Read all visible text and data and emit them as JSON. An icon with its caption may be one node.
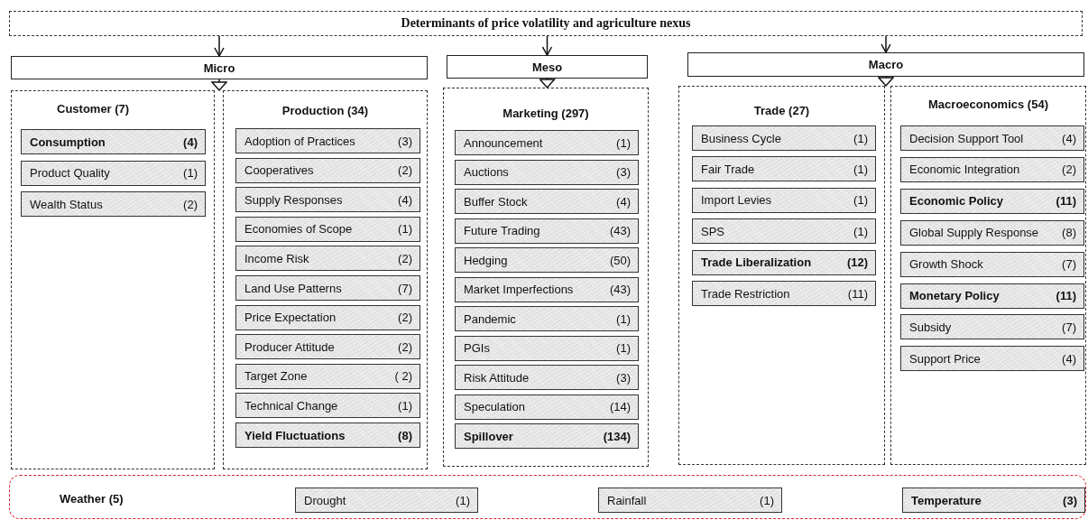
{
  "diagram": {
    "nodes": [
      {
        "text": [
          "Determinants of price volatility and agriculture nexus"
        ]
      },
      {
        "text": [
          "Micro"
        ]
      },
      {
        "text": [
          "Meso"
        ]
      },
      {
        "text": [
          "Macro"
        ]
      },
      {
        "text": [
          "Customer (7)"
        ]
      },
      {
        "text": [
          "**Consumption**",
          "**(4)**"
        ],
        "in": 4
      },
      {
        "text": [
          "Product Quality",
          "(1)"
        ],
        "in": 4
      },
      {
        "text": [
          "Wealth Status",
          "(2)"
        ],
        "in": 4
      },
      {
        "text": [
          "Production (34)"
        ]
      },
      {
        "text": [
          "Adoption of Practices",
          "(3)"
        ],
        "in": 8
      },
      {
        "text": [
          "Cooperatives",
          "(2)"
        ],
        "in": 8
      },
      {
        "text": [
          "Supply Responses",
          "(4)"
        ],
        "in": 8
      },
      {
        "text": [
          "Economies of Scope",
          "(1)"
        ],
        "in": 8
      },
      {
        "text": [
          "Income Risk",
          "(2)"
        ],
        "in": 8
      },
      {
        "text": [
          "Land Use Patterns",
          "(7)"
        ],
        "in": 8
      },
      {
        "text": [
          "Price Expectation",
          "(2)"
        ],
        "in": 8
      },
      {
        "text": [
          "Producer Attitude",
          "(2)"
        ],
        "in": 8
      },
      {
        "text": [
          "Target Zone",
          "( 2)"
        ],
        "in": 8
      },
      {
        "text": [
          "Technical Change",
          "(1)"
        ],
        "in": 8
      },
      {
        "text": [
          "**Yield Fluctuations**",
          "**(8)**"
        ],
        "in": 8
      },
      {
        "text": [
          "Marketing (297)"
        ]
      },
      {
        "text": [
          "Announcement",
          "(1)"
        ],
        "in": 20
      },
      {
        "text": [
          "Auctions",
          "(3)"
        ],
        "in": 20
      },
      {
        "text": [
          "Buffer Stock",
          "(4)"
        ],
        "in": 20
      },
      {
        "text": [
          "Future Trading",
          "(43)"
        ],
        "in": 20
      },
      {
        "text": [
          "Hedging",
          "(50)"
        ],
        "in": 20
      },
      {
        "text": [
          "Market Imperfections",
          "(43)"
        ],
        "in": 20
      },
      {
        "text": [
          "Pandemic",
          "(1)"
        ],
        "in": 20
      },
      {
        "text": [
          "PGIs",
          "(1)"
        ],
        "in": 20
      },
      {
        "text": [
          "Risk Attitude",
          "(3)"
        ],
        "in": 20
      },
      {
        "text": [
          "Speculation",
          "(14)"
        ],
        "in": 20
      },
      {
        "text": [
          "**Spillover**",
          "**(134)**"
        ],
        "in": 20
      },
      {
        "text": [
          "Trade (27)"
        ]
      },
      {
        "text": [
          "Business Cycle",
          "(1)"
        ],
        "in": 32
      },
      {
        "text": [
          "Fair Trade",
          "(1)"
        ],
        "in": 32
      },
      {
        "text": [
          "Import Levies",
          "(1)"
        ],
        "in": 32
      },
      {
        "text": [
          "SPS",
          "(1)"
        ],
        "in": 32
      },
      {
        "text": [
          "**Trade Liberalization**",
          "**(12)**"
        ],
        "in": 32
      },
      {
        "text": [
          "Trade Restriction",
          "(11)"
        ],
        "in": 32
      },
      {
        "text": [
          "Macroeconomics (54)"
        ]
      },
      {
        "text": [
          "Decision Support Tool",
          "(4)"
        ],
        "in": 39
      },
      {
        "text": [
          "Economic Integration",
          "(2)"
        ],
        "in": 39
      },
      {
        "text": [
          "**Economic Policy**",
          "**(11)**"
        ],
        "in": 39
      },
      {
        "text": [
          "Global Supply Response",
          "(8)"
        ],
        "in": 39
      },
      {
        "text": [
          "Growth Shock",
          "(7)"
        ],
        "in": 39
      },
      {
        "text": [
          "**Monetary Policy**",
          "**(11)**"
        ],
        "in": 39
      },
      {
        "text": [
          "Subsidy",
          "(7)"
        ],
        "in": 39
      },
      {
        "text": [
          "Support Price",
          "(4)"
        ],
        "in": 39
      },
      {
        "text": [
          "Weather (5)"
        ]
      },
      {
        "text": [
          "Drought",
          "(1)"
        ],
        "in": 48
      },
      {
        "text": [
          "Rainfall",
          "(1)"
        ],
        "in": 48
      },
      {
        "text": [
          "**Temperature**",
          "**(3)**"
        ],
        "in": 48
      }
    ],
    "edges": [
      {
        "from": 0,
        "to": 1,
        "arrow": "to"
      },
      {
        "from": 0,
        "to": 2,
        "arrow": "to"
      },
      {
        "from": 0,
        "to": 3,
        "arrow": "to"
      },
      {
        "from": 1,
        "to": 4,
        "arrow": "to"
      },
      {
        "from": 1,
        "to": 8,
        "arrow": "to"
      },
      {
        "from": 2,
        "to": 20,
        "arrow": "to"
      },
      {
        "from": 3,
        "to": 32,
        "arrow": "to"
      },
      {
        "from": 3,
        "to": 39,
        "arrow": "to"
      }
    ]
  }
}
